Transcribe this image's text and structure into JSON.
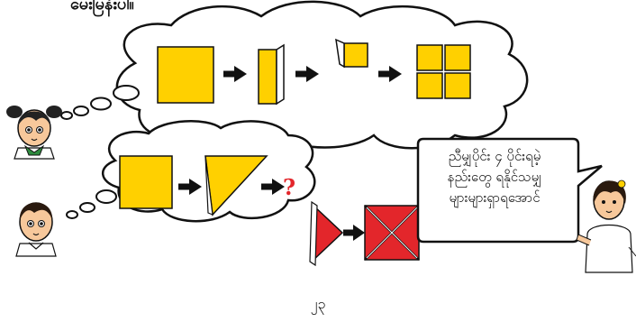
{
  "header_fragment": "မေးမြန်းပါ။",
  "speech_bubble": {
    "lines": [
      "ညီမျှပိုင်း ၄ ပိုင်းရမဲ့",
      "နည်းတွေ ရနိုင်သမျှ",
      "များများရှာရအောင်"
    ]
  },
  "question_mark": "?",
  "page_number": "၂၃",
  "colors": {
    "paper_yellow": "#ffd000",
    "paper_red": "#e3262b",
    "outline": "#111111",
    "skin": "#f7c89b",
    "girl_collar": "#2e8b3e"
  },
  "icons": [
    "arrow-right-icon",
    "square-paper-icon",
    "triangle-paper-icon",
    "cloud-thought-icon",
    "speech-bubble-icon"
  ]
}
